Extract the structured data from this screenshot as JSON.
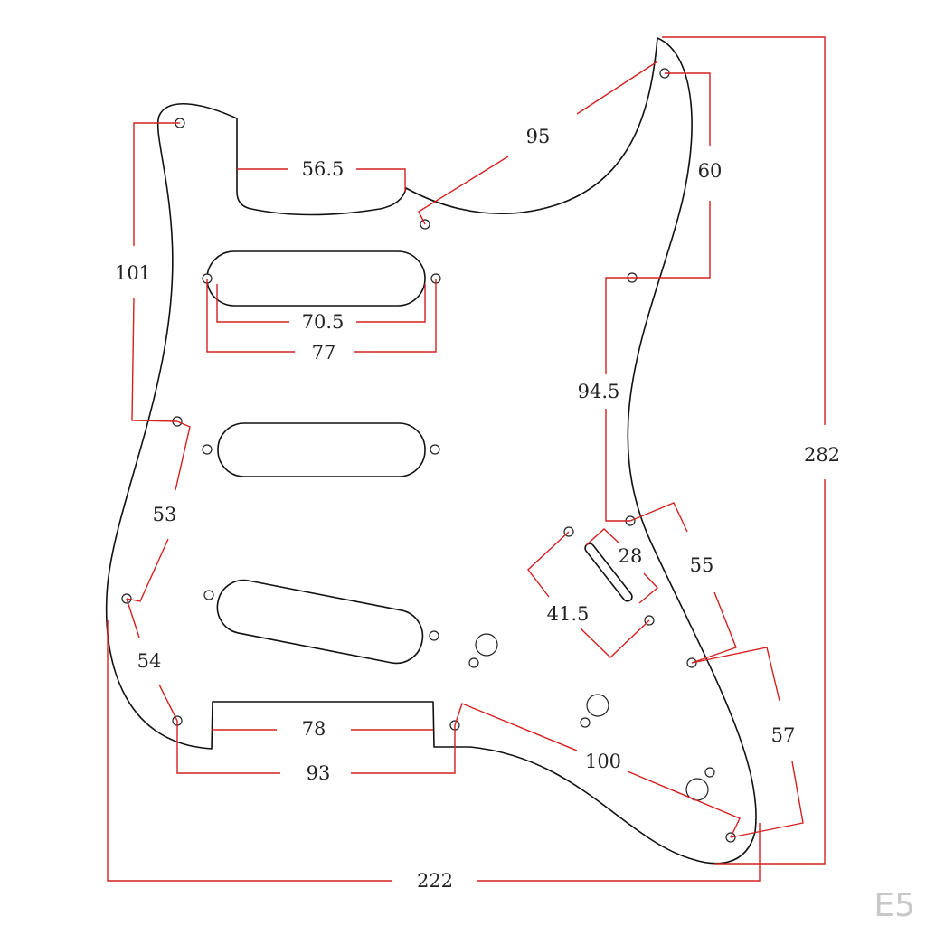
{
  "colors": {
    "outline": "#111111",
    "dimension": "#d42020",
    "label": "#222222",
    "watermark": "#c8c8c8"
  },
  "dimensions": {
    "overall_width": "222",
    "overall_height": "282",
    "neck_pocket_width": "56.5",
    "neck_screw_span": "95",
    "horn_screw_vertical": "60",
    "treble_side_screw_span": "94.5",
    "bass_side_screw_span": "101",
    "neck_pickup_inner": "70.5",
    "neck_pickup_screws": "77",
    "bass_side_lower_1": "53",
    "bass_side_lower_2": "54",
    "bridge_cutout_width": "78",
    "bottom_screw_span": "93",
    "switch_slot_length": "28",
    "switch_screw_span": "41.5",
    "treble_lower_1": "55",
    "treble_lower_2": "57",
    "bottom_right_span": "100"
  },
  "watermark": "E5"
}
